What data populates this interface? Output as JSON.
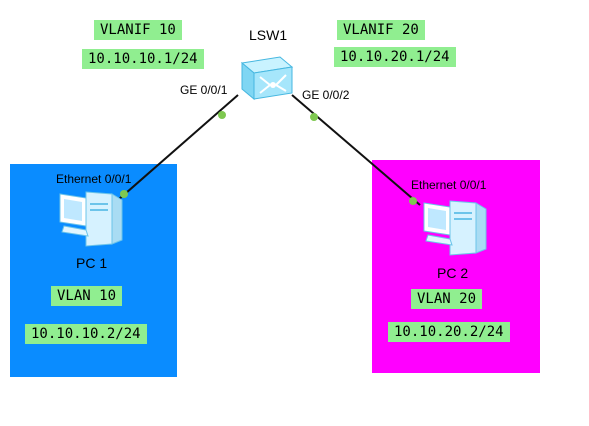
{
  "switch": {
    "name": "LSW1",
    "port_left": "GE 0/0/1",
    "port_right": "GE 0/0/2",
    "vlanif_left": "VLANIF 10",
    "ip_left": "10.10.10.1/24",
    "vlanif_right": "VLANIF 20",
    "ip_right": "10.10.20.1/24"
  },
  "pc1": {
    "name": "PC 1",
    "port": "Ethernet 0/0/1",
    "vlan": "VLAN 10",
    "ip": "10.10.10.2/24"
  },
  "pc2": {
    "name": "PC 2",
    "port": "Ethernet 0/0/1",
    "vlan": "VLAN 20",
    "ip": "10.10.20.2/24"
  },
  "colors": {
    "zone_left": "#0a8cff",
    "zone_right": "#ff00ff",
    "label_bg": "#90ee90",
    "link_dot": "#7ec850"
  }
}
